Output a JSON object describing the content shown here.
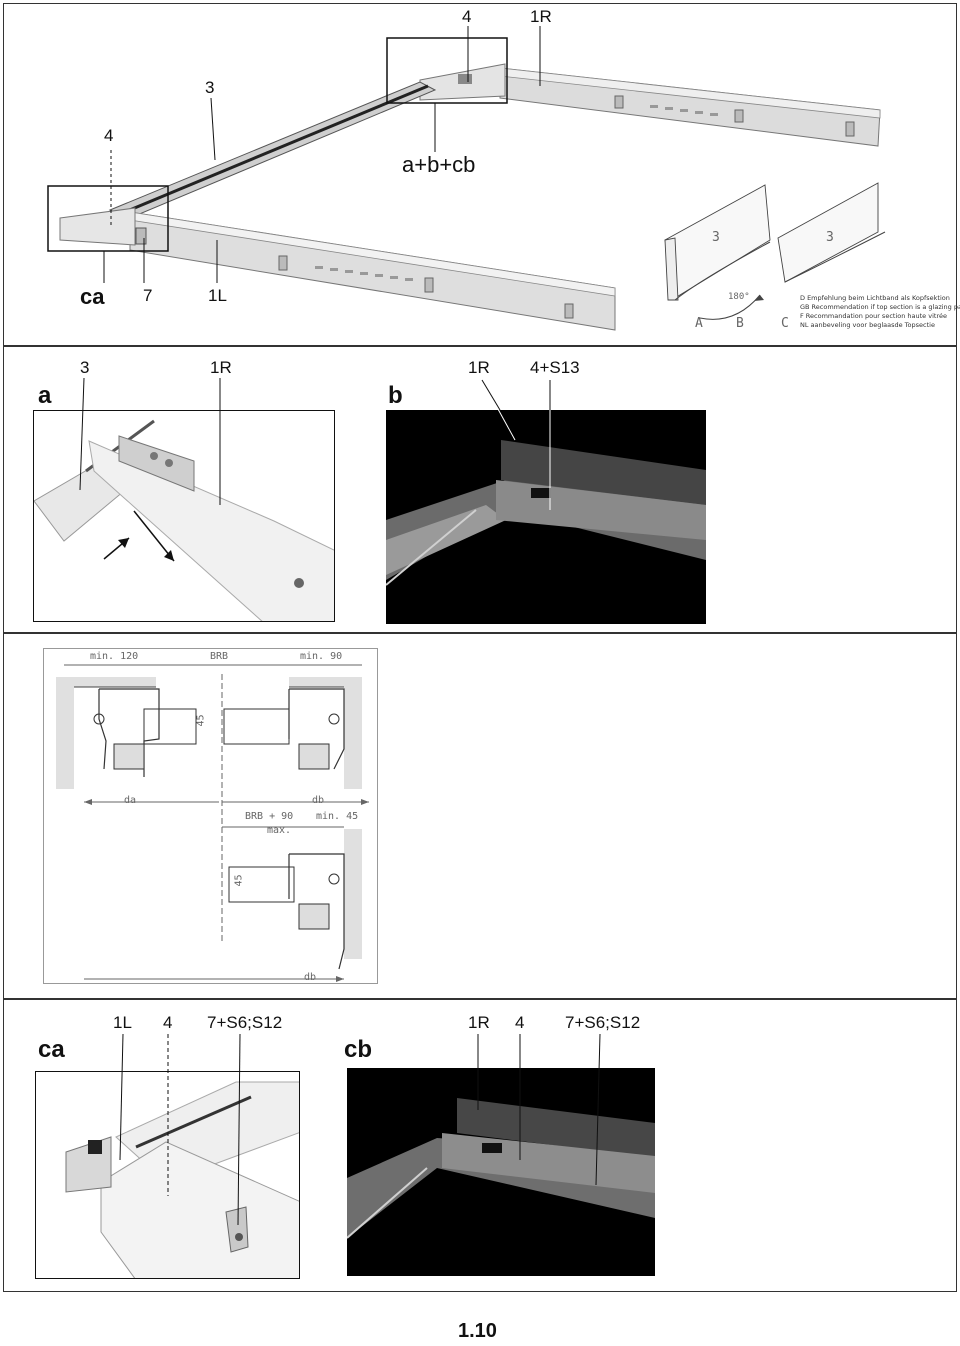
{
  "top": {
    "labels": {
      "four_top": "4",
      "oneR_top": "1R",
      "three": "3",
      "four_left": "4",
      "abcb": "a+b+cb",
      "ca": "ca",
      "seven": "7",
      "oneL": "1L"
    },
    "panel_letters": {
      "A": "A",
      "B": "B",
      "C": "C",
      "three_1": "3",
      "three_2": "3",
      "deg": "180°"
    },
    "recommendations": [
      "D   Empfehlung beim Lichtband als Kopfsektion",
      "GB  Recommendation if top section is a glazing panel",
      "F   Recommandation pour section haute vitrée",
      "NL  aanbeveling voor beglaasde Topsectie"
    ]
  },
  "middle": {
    "a_letter": "a",
    "a_three": "3",
    "a_oneR": "1R",
    "b_letter": "b",
    "b_oneR": "1R",
    "b_four_s13": "4+S13"
  },
  "drawing": {
    "min120": "min. 120",
    "brb": "BRB",
    "min90": "min. 90",
    "d45_1": "45",
    "da": "da",
    "db_1": "db",
    "brb90": "BRB + 90",
    "max": "max.",
    "min45": "min. 45",
    "d45_2": "45",
    "db_2": "db"
  },
  "bottom": {
    "ca_letter": "ca",
    "ca_oneL": "1L",
    "ca_four": "4",
    "ca_seven": "7+S6;S12",
    "cb_letter": "cb",
    "cb_oneR": "1R",
    "cb_four": "4",
    "cb_seven": "7+S6;S12"
  },
  "page_number": "1.10"
}
